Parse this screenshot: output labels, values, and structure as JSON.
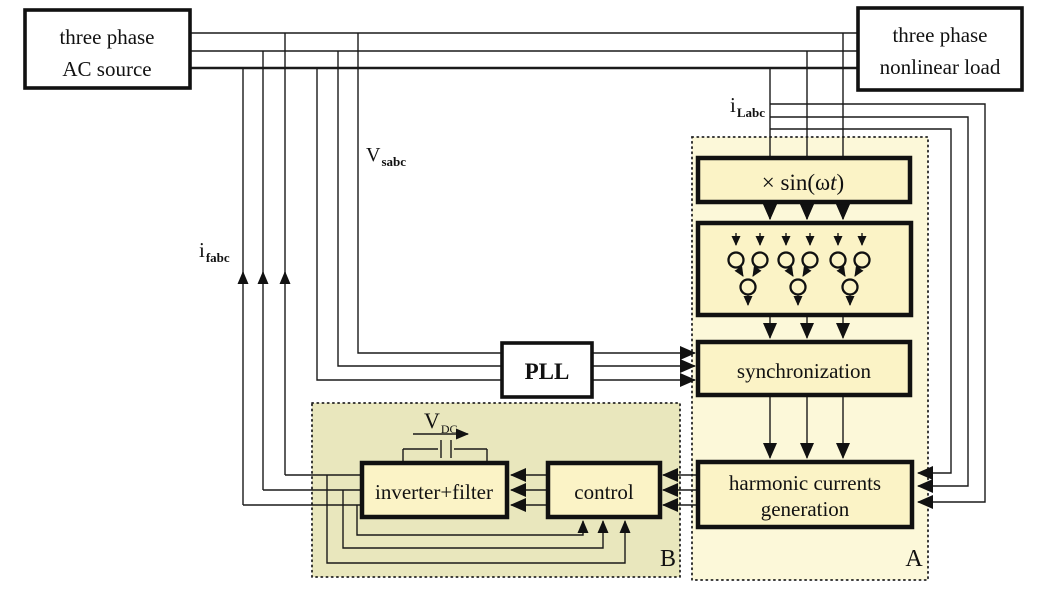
{
  "boxes": {
    "ac_source": {
      "line1": "three phase",
      "line2": "AC source"
    },
    "nonlinear_load": {
      "line1": "three phase",
      "line2": "nonlinear load"
    },
    "pll": {
      "label": "PLL"
    },
    "multiplier": {
      "prefix": "× sin(ω",
      "t": "t",
      "suffix": ")"
    },
    "sync": {
      "label": "synchronization"
    },
    "harmonic": {
      "line1": "harmonic currents",
      "line2": "generation"
    },
    "inverter": {
      "label": "inverter+filter"
    },
    "control": {
      "label": "control"
    }
  },
  "signals": {
    "i_labc": {
      "base": "i",
      "sub": "Labc"
    },
    "v_sabc": {
      "base": "V",
      "sub": "sabc"
    },
    "i_fabc": {
      "base": "i",
      "sub": "fabc"
    },
    "v_dc": {
      "base": "V",
      "sub": "DC"
    }
  },
  "regions": {
    "a": {
      "label": "A"
    },
    "b": {
      "label": "B"
    }
  },
  "colors": {
    "region_a_fill": "#FCF8D9",
    "region_b_fill": "#E9E7BD",
    "block_fill": "#FBF3C6",
    "white_fill": "#FFFFFF",
    "wire": "#1A1A1A"
  }
}
